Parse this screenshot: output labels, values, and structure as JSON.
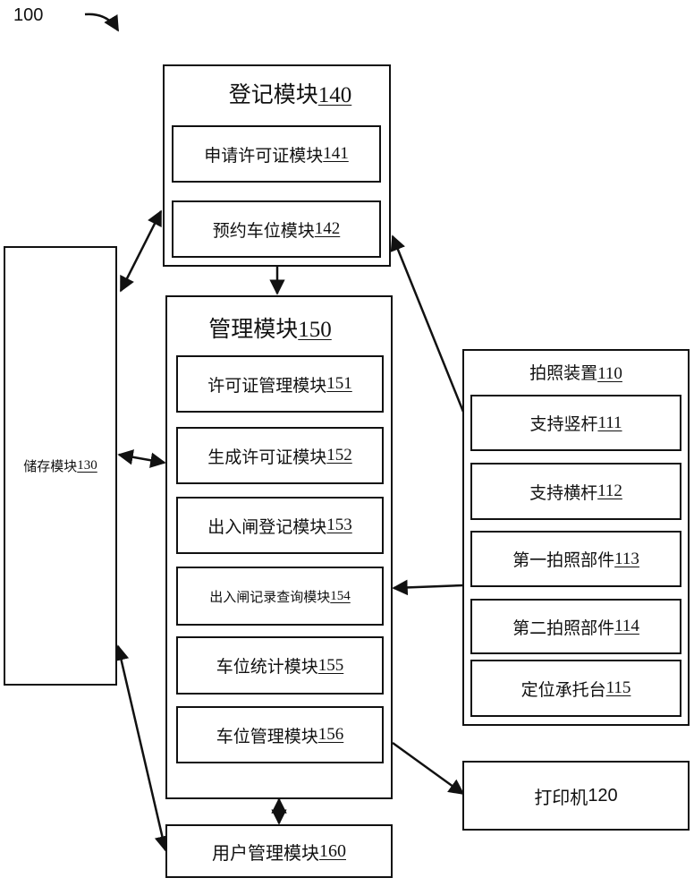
{
  "figure_ref": "100",
  "registration": {
    "label": "登记模块",
    "num": "140",
    "children": [
      {
        "label": "申请许可证模块",
        "num": "141"
      },
      {
        "label": "预约车位模块",
        "num": "142"
      }
    ]
  },
  "management": {
    "label": "管理模块",
    "num": "150",
    "children": [
      {
        "label": "许可证管理模块",
        "num": "151"
      },
      {
        "label": "生成许可证模块",
        "num": "152"
      },
      {
        "label": "出入闸登记模块",
        "num": "153"
      },
      {
        "label": "出入闸记录查询模块",
        "num": "154"
      },
      {
        "label": "车位统计模块",
        "num": "155"
      },
      {
        "label": "车位管理模块",
        "num": "156"
      }
    ]
  },
  "storage": {
    "label": "储存模块",
    "num": "130"
  },
  "user_mgmt": {
    "label": "用户管理模块",
    "num": "160"
  },
  "camera": {
    "label": "拍照装置",
    "num": "110",
    "children": [
      {
        "label": "支持竖杆",
        "num": "111"
      },
      {
        "label": "支持横杆",
        "num": "112"
      },
      {
        "label": "第一拍照部件",
        "num": "113"
      },
      {
        "label": "第二拍照部件",
        "num": "114"
      },
      {
        "label": "定位承托台",
        "num": "115"
      }
    ]
  },
  "printer": {
    "label": "打印机",
    "num": "120"
  }
}
